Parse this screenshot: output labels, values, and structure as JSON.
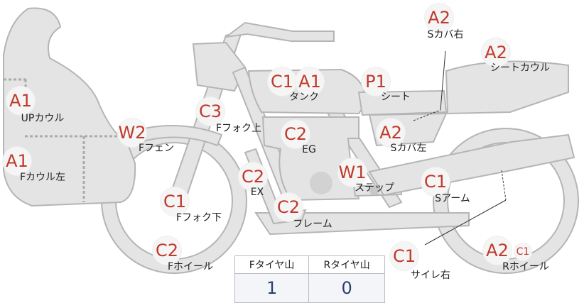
{
  "parts": [
    {
      "id": "s-cover-right",
      "name": "Sカバ右",
      "codes": [
        "A2"
      ]
    },
    {
      "id": "seat-cowl",
      "name": "シートカウル",
      "codes": [
        "A2"
      ]
    },
    {
      "id": "tank",
      "name": "タンク",
      "codes": [
        "C1",
        "A1"
      ]
    },
    {
      "id": "seat",
      "name": "シート",
      "codes": [
        "P1"
      ]
    },
    {
      "id": "up-cowl",
      "name": "UPカウル",
      "codes": [
        "A1"
      ]
    },
    {
      "id": "f-fork-upper",
      "name": "Fフォク上",
      "codes": [
        "C3"
      ]
    },
    {
      "id": "f-fender",
      "name": "Fフェン",
      "codes": [
        "W2"
      ]
    },
    {
      "id": "eg",
      "name": "EG",
      "codes": [
        "C2"
      ]
    },
    {
      "id": "s-cover-left",
      "name": "Sカバ左",
      "codes": [
        "A2"
      ]
    },
    {
      "id": "f-cowl-left",
      "name": "Fカウル左",
      "codes": [
        "A1"
      ]
    },
    {
      "id": "ex",
      "name": "EX",
      "codes": [
        "C2"
      ]
    },
    {
      "id": "step",
      "name": "ステップ",
      "codes": [
        "W1"
      ]
    },
    {
      "id": "s-arm",
      "name": "Sアーム",
      "codes": [
        "C1"
      ]
    },
    {
      "id": "f-fork-lower",
      "name": "Fフォク下",
      "codes": [
        "C1"
      ]
    },
    {
      "id": "frame",
      "name": "フレーム",
      "codes": [
        "C2"
      ]
    },
    {
      "id": "f-wheel",
      "name": "Fホイール",
      "codes": [
        "C2"
      ]
    },
    {
      "id": "silencer-right",
      "name": "サイレ右",
      "codes": [
        "C1"
      ]
    },
    {
      "id": "r-wheel",
      "name": "Rホイール",
      "codes": [
        "A2",
        "C1"
      ]
    }
  ],
  "tire_table": {
    "headers": [
      "Fタイヤ山",
      "Rタイヤ山"
    ],
    "values": [
      "1",
      "0"
    ]
  },
  "colors": {
    "badge_text": "#c0392b",
    "silhouette_fill": "#e4e4e4",
    "silhouette_stroke": "#b5b5b5",
    "table_value": "#2c3e70"
  }
}
